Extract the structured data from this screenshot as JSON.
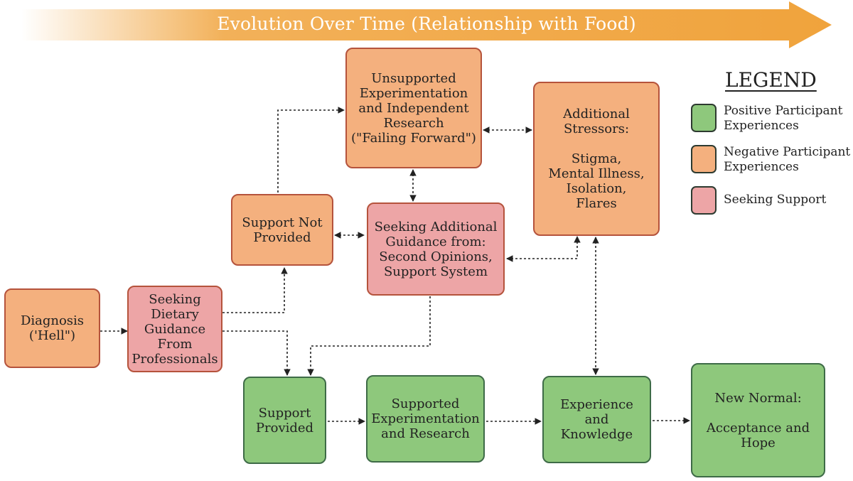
{
  "banner": {
    "title": "Evolution Over Time (Relationship with Food)",
    "color": "#f0a33c"
  },
  "nodes": {
    "diagnosis": {
      "label": "Diagnosis\n('Hell\")",
      "category": "negative"
    },
    "seeking_dietary": {
      "label": "Seeking\nDietary\nGuidance\nFrom\nProfessionals",
      "category": "seeking"
    },
    "support_not_provided": {
      "label": "Support Not\nProvided",
      "category": "negative"
    },
    "unsupported_experimentation": {
      "label": "Unsupported\nExperimentation\nand Independent\nResearch\n(\"Failing Forward\")",
      "category": "negative"
    },
    "seeking_additional": {
      "label": "Seeking Additional\nGuidance from:\nSecond Opinions,\nSupport System",
      "category": "seeking"
    },
    "additional_stressors": {
      "label": "Additional\nStressors:\n\nStigma,\nMental Illness,\nIsolation,\nFlares",
      "category": "negative"
    },
    "support_provided": {
      "label": "Support\nProvided",
      "category": "positive"
    },
    "supported_experimentation": {
      "label": "Supported\nExperimentation\nand Research",
      "category": "positive"
    },
    "experience_knowledge": {
      "label": "Experience and\nKnowledge",
      "category": "positive"
    },
    "new_normal": {
      "label": "New Normal:\n\nAcceptance and\nHope",
      "category": "positive"
    }
  },
  "legend": {
    "title": "LEGEND",
    "items": [
      {
        "label": "Positive Participant\nExperiences",
        "color": "#8ec87c"
      },
      {
        "label": "Negative Participant\nExperiences",
        "color": "#f4b07e"
      },
      {
        "label": "Seeking Support",
        "color": "#eda5a6"
      }
    ]
  },
  "colors": {
    "negative": "#f4b07e",
    "seeking": "#eda5a6",
    "positive": "#8ec87c",
    "connector": "#222222"
  }
}
